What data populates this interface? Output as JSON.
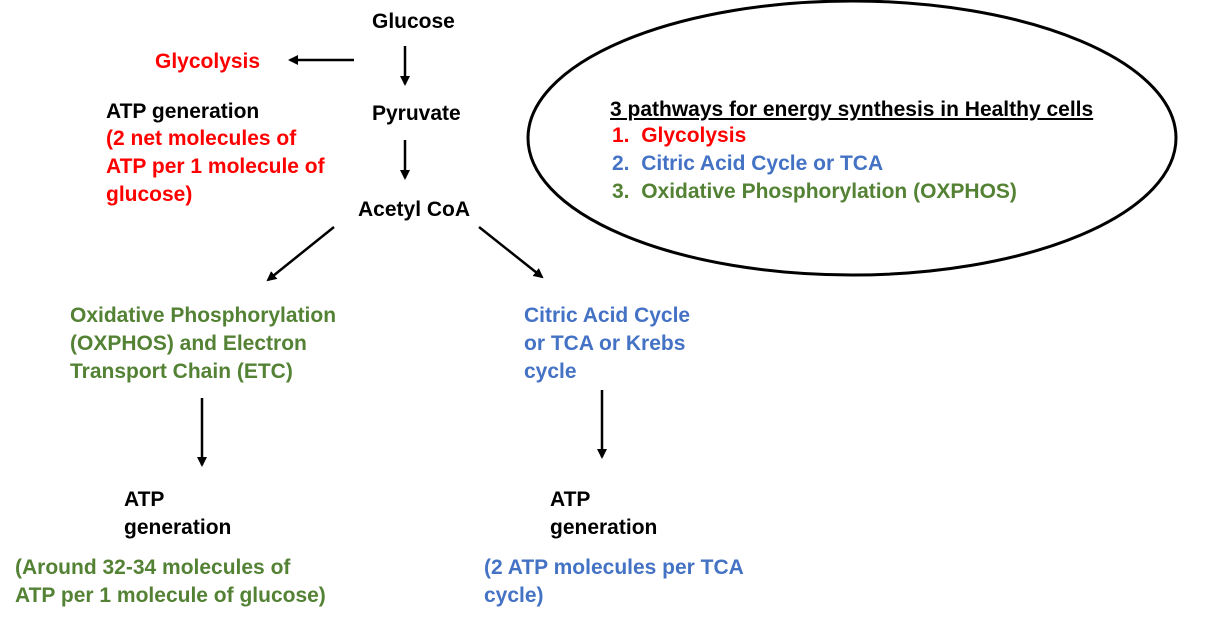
{
  "colors": {
    "glycolysis": "#ff0000",
    "tca": "#4472c4",
    "oxphos": "#548235",
    "default": "#000000"
  },
  "flow": {
    "glucose": "Glucose",
    "pyruvate": "Pyruvate",
    "acetyl_coa": "Acetyl CoA"
  },
  "glycolysis": {
    "label": "Glycolysis",
    "atp_heading": "ATP generation",
    "atp_detail": [
      "(2 net molecules of",
      "ATP per 1 molecule of",
      "glucose)"
    ]
  },
  "oxphos": {
    "label_lines": [
      "Oxidative Phosphorylation",
      "(OXPHOS) and Electron",
      "Transport Chain (ETC)"
    ],
    "atp_heading_lines": [
      "ATP",
      "generation"
    ],
    "atp_detail": [
      "(Around 32-34 molecules of",
      "ATP per 1 molecule of glucose)"
    ]
  },
  "tca": {
    "label_lines": [
      "Citric Acid Cycle",
      "or TCA or Krebs",
      "cycle"
    ],
    "atp_heading_lines": [
      "ATP",
      "generation"
    ],
    "atp_detail": [
      "(2 ATP molecules per TCA",
      "cycle)"
    ]
  },
  "legend": {
    "title": "3 pathways for energy synthesis in Healthy cells",
    "items": [
      {
        "number": "1.",
        "label": "Glycolysis"
      },
      {
        "number": "2.",
        "label": "Citric Acid Cycle or TCA"
      },
      {
        "number": "3.",
        "label": "Oxidative Phosphorylation (OXPHOS)"
      }
    ]
  }
}
